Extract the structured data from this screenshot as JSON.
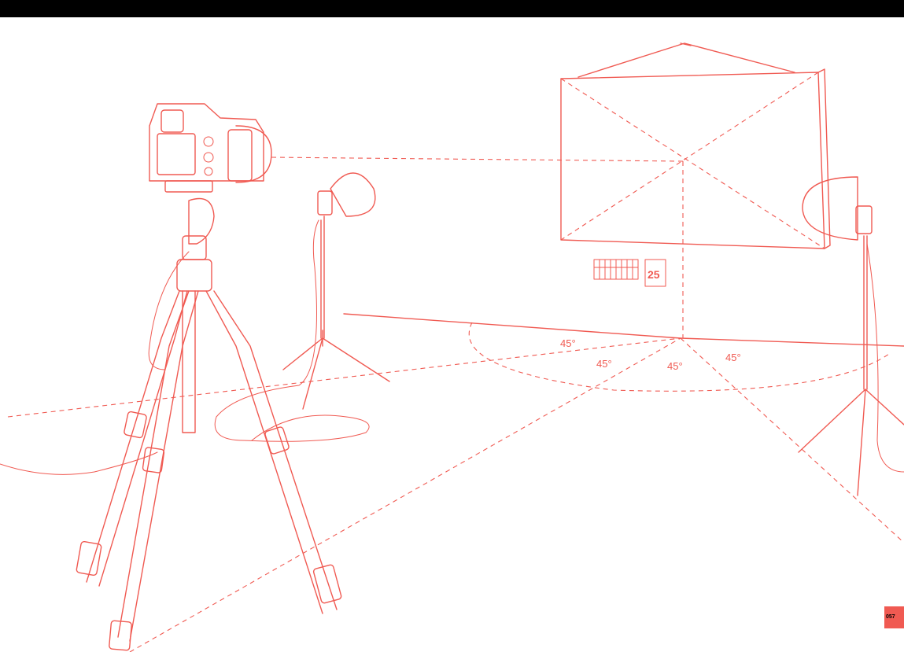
{
  "diagram": {
    "angle_labels": [
      "45°",
      "45°",
      "45°",
      "45°"
    ],
    "grey_card_number": "25",
    "line_color": "#f05a52"
  },
  "page": {
    "number": "057"
  }
}
